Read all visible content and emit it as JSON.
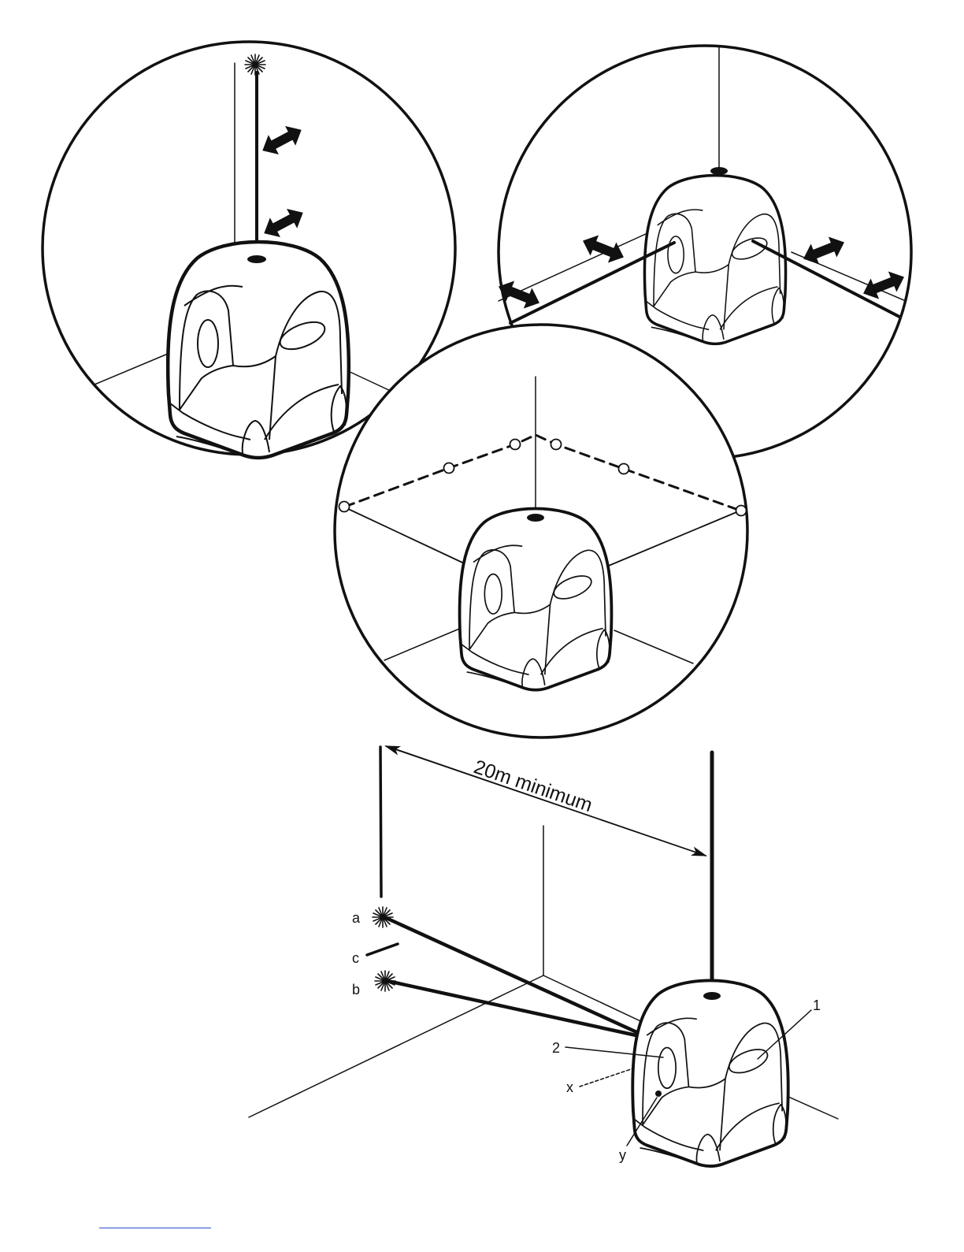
{
  "labels": {
    "distance": "20m minimum",
    "point_a": "a",
    "point_b": "b",
    "point_c": "c",
    "callout_1": "1",
    "callout_2": "2",
    "callout_x": "x",
    "callout_y": "y"
  },
  "colors": {
    "ink": "#111111",
    "background": "#ffffff",
    "footer_rule": "#2a4bd0"
  },
  "icons": [
    "laser-level-unit",
    "laser-burst-icon",
    "double-arrow-icon"
  ]
}
